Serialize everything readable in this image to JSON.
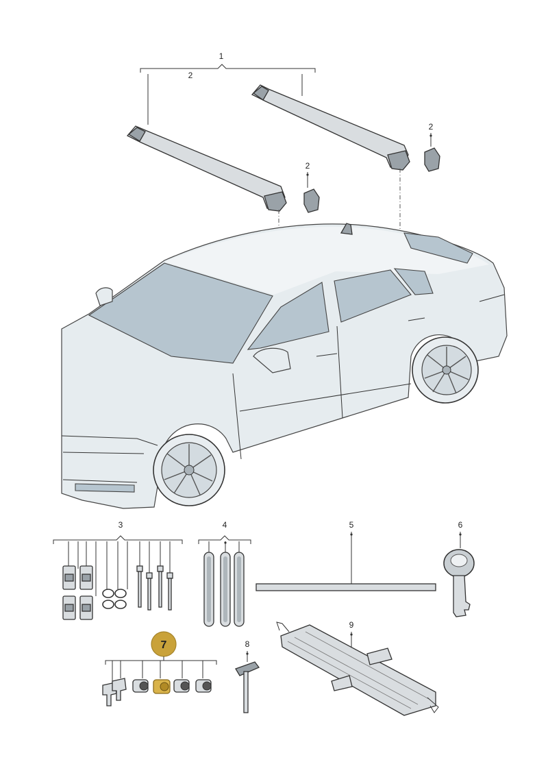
{
  "labels": {
    "p1": "1",
    "p2_top": "2",
    "p2_right": "2",
    "p2_mid": "2",
    "p3": "3",
    "p4": "4",
    "p5": "5",
    "p6": "6",
    "p7": "7",
    "p8": "8",
    "p9": "9"
  },
  "colors": {
    "highlight": "#c9a23a",
    "line": "#333333",
    "glass": "#b6c5cf",
    "body": "#e6ecef"
  }
}
